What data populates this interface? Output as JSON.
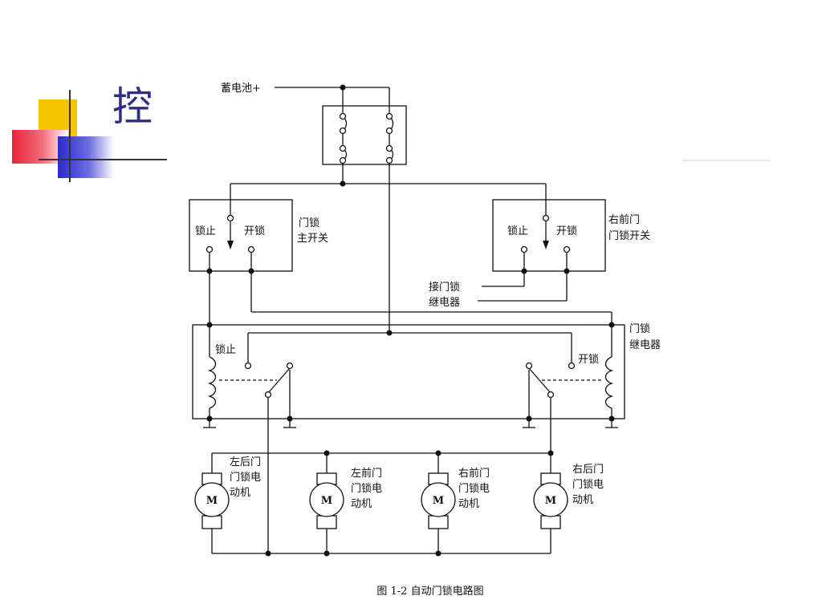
{
  "slide": {
    "title": "控"
  },
  "diagram": {
    "battery_label": "蓄电池+",
    "left_switch": {
      "lock_label": "锁止",
      "unlock_label": "开锁",
      "name_line1": "门锁",
      "name_line2": "主开关"
    },
    "right_switch": {
      "lock_label": "锁止",
      "unlock_label": "开锁",
      "name_line1": "右前门",
      "name_line2": "门锁开关"
    },
    "relay_ref_line1": "接门锁",
    "relay_ref_line2": "继电器",
    "relay": {
      "name_line1": "门锁",
      "name_line2": "继电器",
      "lock_label": "锁止",
      "unlock_label": "开锁"
    },
    "motors": [
      {
        "symbol": "M",
        "line1": "左后门",
        "line2": "门锁电",
        "line3": "动机"
      },
      {
        "symbol": "M",
        "line1": "左前门",
        "line2": "门锁电",
        "line3": "动机"
      },
      {
        "symbol": "M",
        "line1": "右前门",
        "line2": "门锁电",
        "line3": "动机"
      },
      {
        "symbol": "M",
        "line1": "右后门",
        "line2": "门锁电",
        "line3": "动机"
      }
    ],
    "caption": "图 1-2 自动门锁电路图"
  }
}
